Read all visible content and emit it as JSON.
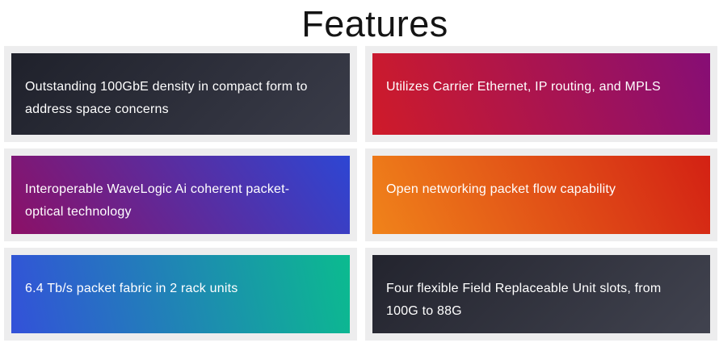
{
  "title": "Features",
  "background": {
    "page": "#ffffff",
    "card_frame": "#ededee",
    "card_text_color": "#ffffff"
  },
  "cards": [
    {
      "text": "Outstanding 100GbE density in compact form to address space concerns",
      "gradient": {
        "angle": "135deg",
        "from": "#1f212b",
        "to": "#3a3c49"
      }
    },
    {
      "text": "Utilizes Carrier Ethernet, IP routing, and MPLS",
      "gradient": {
        "angle": "70deg",
        "from": "#cf1b29",
        "to": "#860e75"
      }
    },
    {
      "text": "Interoperable WaveLogic Ai coherent packet-optical technology",
      "gradient": {
        "angle": "55deg",
        "from": "#8c1066",
        "to": "#2d46d3"
      }
    },
    {
      "text": "Open networking packet flow capability",
      "gradient": {
        "angle": "65deg",
        "from": "#f0831a",
        "to": "#d32114"
      }
    },
    {
      "text": "6.4 Tb/s packet fabric in 2 rack units",
      "gradient": {
        "angle": "78deg",
        "from": "#3351d9",
        "to": "#0bbb8f"
      }
    },
    {
      "text": "Four flexible Field Replaceable Unit slots, from 100G to 88G",
      "gradient": {
        "angle": "135deg",
        "from": "#23242e",
        "to": "#41434f"
      }
    }
  ]
}
